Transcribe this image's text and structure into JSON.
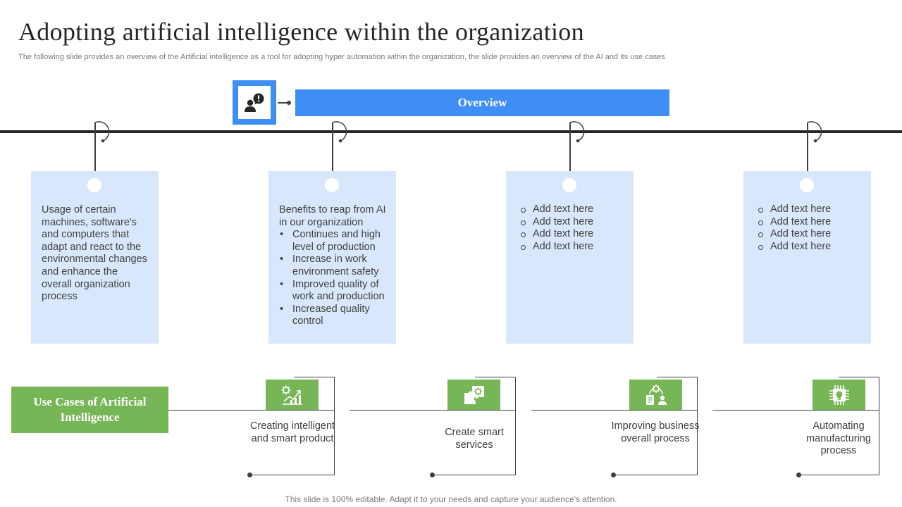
{
  "title": "Adopting artificial intelligence within the organization",
  "subtitle": "The following slide provides an overview of the Artificial intelligence as a tool for adopting hyper automation within the organization, the slide provides an overview of the AI and its use cases",
  "overview": {
    "label": "Overview",
    "icon": "person-alert-icon"
  },
  "cards": [
    {
      "intro": "Usage of certain machines, software's and computers that adapt and react to the environmental changes and enhance the overall organization process",
      "items": []
    },
    {
      "intro": "Benefits to reap from AI in our organization",
      "items": [
        "Continues and high level of production",
        "Increase in work environment safety",
        "Improved quality of work and production",
        "Increased quality control"
      ]
    },
    {
      "intro": "",
      "items": [
        "Add text here",
        "Add text here",
        "Add text here",
        "Add text here"
      ]
    },
    {
      "intro": "",
      "items": [
        "Add text here",
        "Add text here",
        "Add text here",
        "Add text here"
      ]
    }
  ],
  "use_cases": {
    "label": "Use Cases of Artificial Intelligence",
    "items": [
      {
        "text": "Creating intelligent and smart product",
        "icon": "gear-growth-chart-icon"
      },
      {
        "text": "Create smart services",
        "icon": "puzzle-gear-icon"
      },
      {
        "text": "Improving business overall process",
        "icon": "process-gear-person-icon"
      },
      {
        "text": "Automating manufacturing process",
        "icon": "chip-bulb-icon"
      }
    ]
  },
  "footer": "This slide is 100% editable. Adapt it to your needs and capture your audience's attention.",
  "colors": {
    "accent_blue": "#3f8ef5",
    "card_blue": "#d9e7fc",
    "accent_green": "#77b657",
    "timeline": "#262626"
  }
}
